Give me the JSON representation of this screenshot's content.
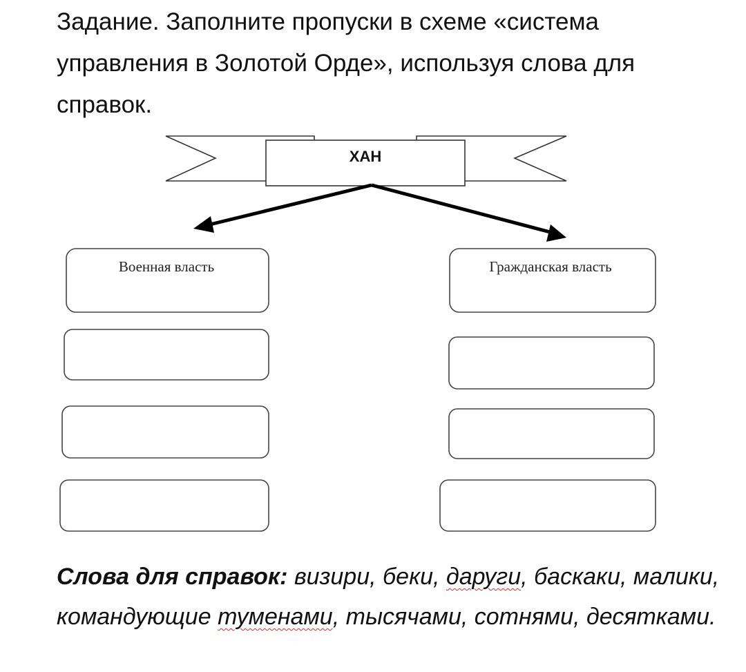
{
  "task_text": "Задание. Заполните пропуски в схеме «система управления в Золотой Орде», используя слова для справок.",
  "scheme": {
    "top_label": "ХАН",
    "left_header": "Военная власть",
    "right_header": "Гражданская власть"
  },
  "reference": {
    "label": "Слова для справок:",
    "words": [
      {
        "text": "визири",
        "flag": false
      },
      {
        "text": "беки",
        "flag": false
      },
      {
        "text": "даруги",
        "flag": true
      },
      {
        "text": "баскаки",
        "flag": false
      },
      {
        "text": "малики",
        "flag": false
      },
      {
        "text": "командующие",
        "flag": false
      },
      {
        "text": "туменами",
        "flag": true
      },
      {
        "text": "тысячами",
        "flag": false
      },
      {
        "text": "сотнями",
        "flag": false
      },
      {
        "text": "десятками",
        "flag": false
      }
    ],
    "separators": [
      ", ",
      ", ",
      ", ",
      ", ",
      ", ",
      " ",
      ", ",
      ", ",
      ", ",
      "."
    ]
  }
}
